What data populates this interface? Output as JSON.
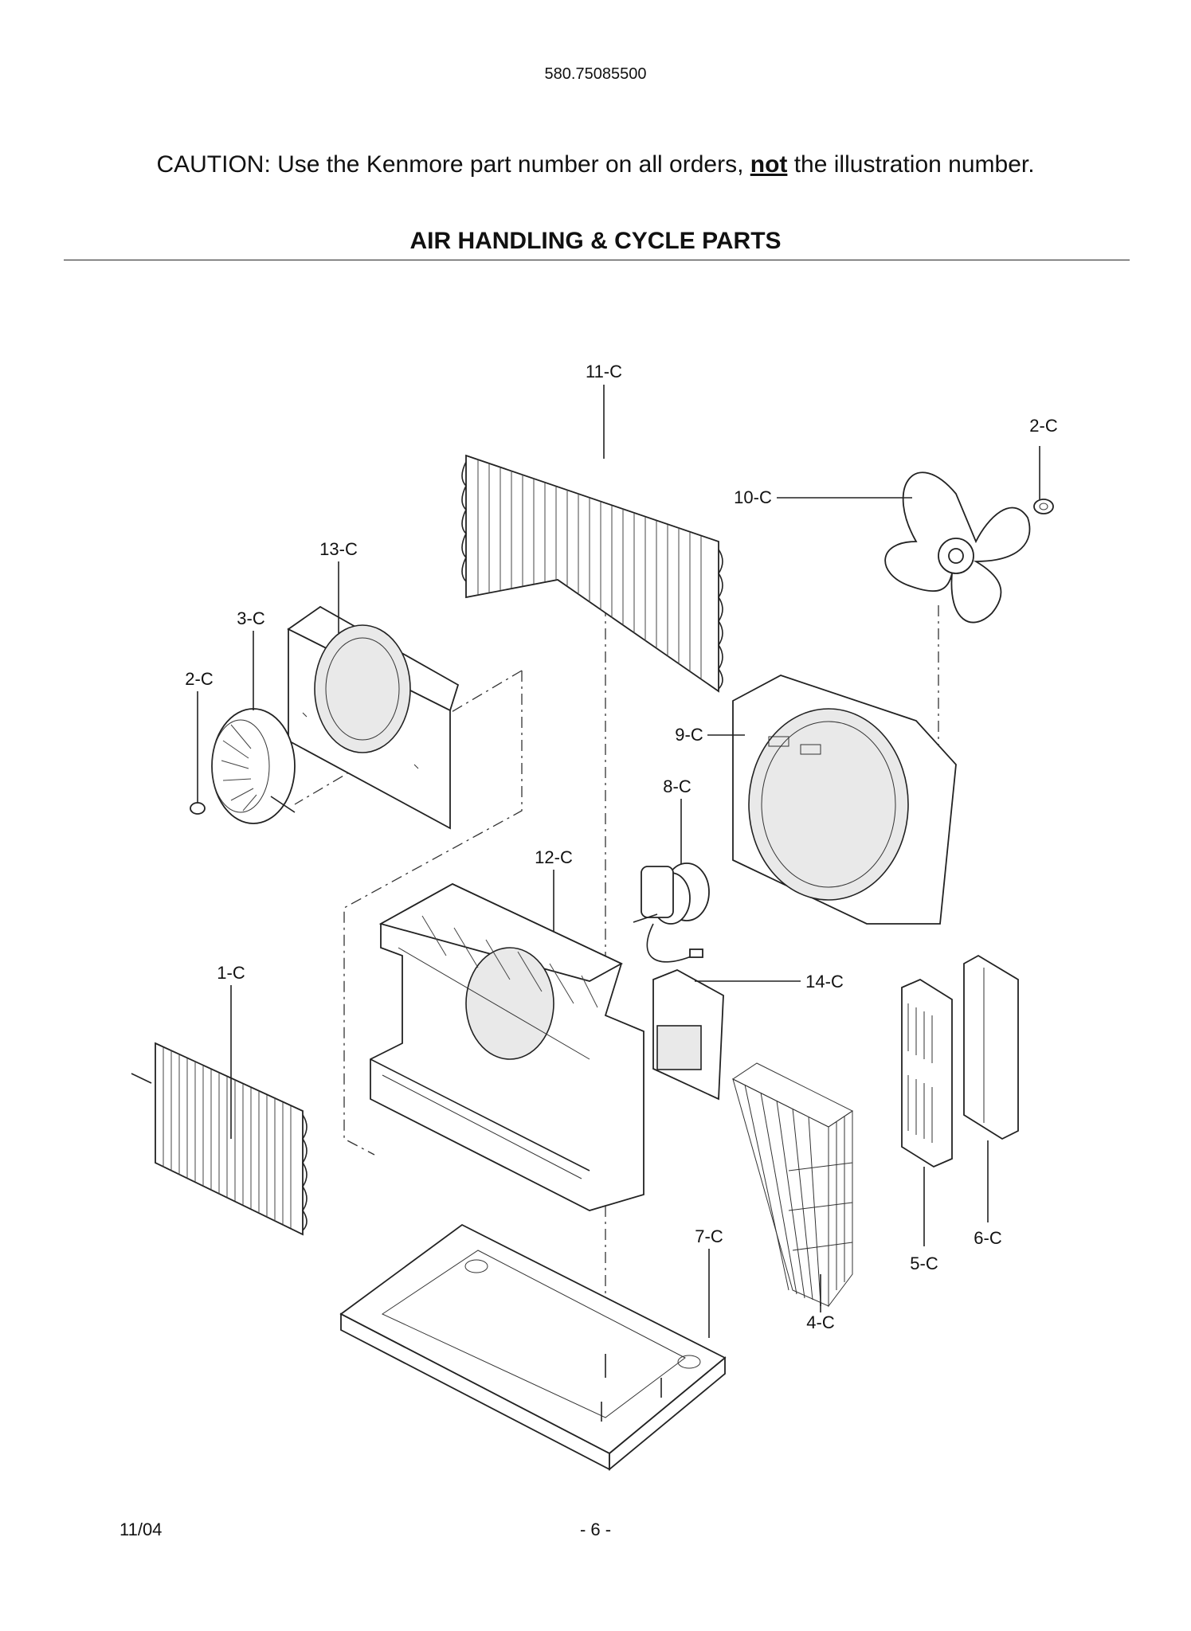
{
  "header": {
    "model_number": "580.75085500",
    "caution_before": "CAUTION: Use the Kenmore part number on all orders, ",
    "caution_emphasis": "not",
    "caution_after": " the illustration number.",
    "section_title": "AIR HANDLING & CYCLE PARTS"
  },
  "diagram": {
    "labels": {
      "p1": "1-C",
      "p2a": "2-C",
      "p2b": "2-C",
      "p3": "3-C",
      "p4": "4-C",
      "p5": "5-C",
      "p6": "6-C",
      "p7": "7-C",
      "p8": "8-C",
      "p9": "9-C",
      "p10": "10-C",
      "p11": "11-C",
      "p12": "12-C",
      "p13": "13-C",
      "p14": "14-C"
    }
  },
  "footer": {
    "date": "11/04",
    "page": "- 6 -"
  }
}
